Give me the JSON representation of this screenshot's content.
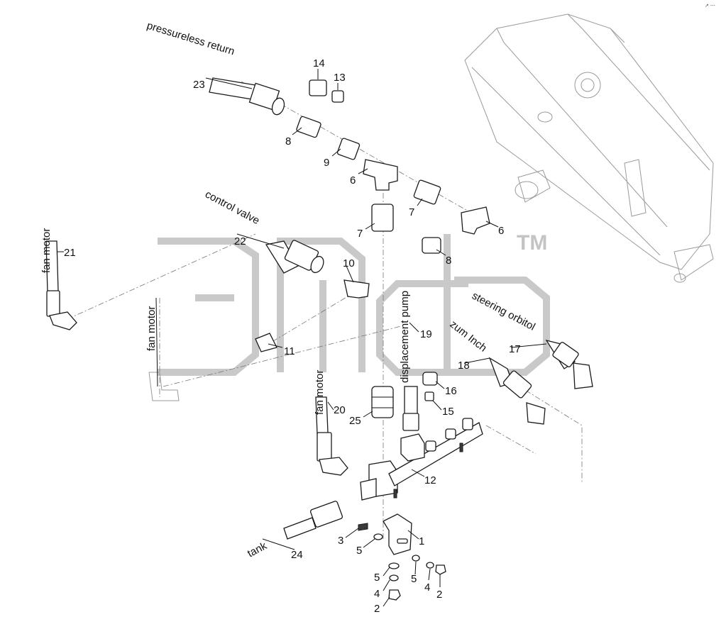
{
  "watermark": {
    "trademark": "TM"
  },
  "corner_mark": "↗ ---",
  "labels": {
    "pressureless_return": "pressureless return",
    "control_valve": "control valve",
    "fan_motor_21": "fan motor",
    "fan_motor_left": "fan motor",
    "fan_motor_20": "fan motor",
    "displacement_pump": "displacement pump",
    "steering_orbitol": "steering orbitol",
    "zum_inch": "zum Inch",
    "tank": "tank"
  },
  "callouts": {
    "n23": "23",
    "n14": "14",
    "n13": "13",
    "n8a": "8",
    "n9": "9",
    "n6a": "6",
    "n7a": "7",
    "n7b": "7",
    "n6b": "6",
    "n8b": "8",
    "n21": "21",
    "n22": "22",
    "n10": "10",
    "n11": "11",
    "n19": "19",
    "n17": "17",
    "n18": "18",
    "n16": "16",
    "n15": "15",
    "n20": "20",
    "n25": "25",
    "n12": "12",
    "n1": "1",
    "n3": "3",
    "n5a": "5",
    "n24": "24",
    "n5b": "5",
    "n5c": "5",
    "n4a": "4",
    "n4b": "4",
    "n2a": "2",
    "n2b": "2"
  }
}
